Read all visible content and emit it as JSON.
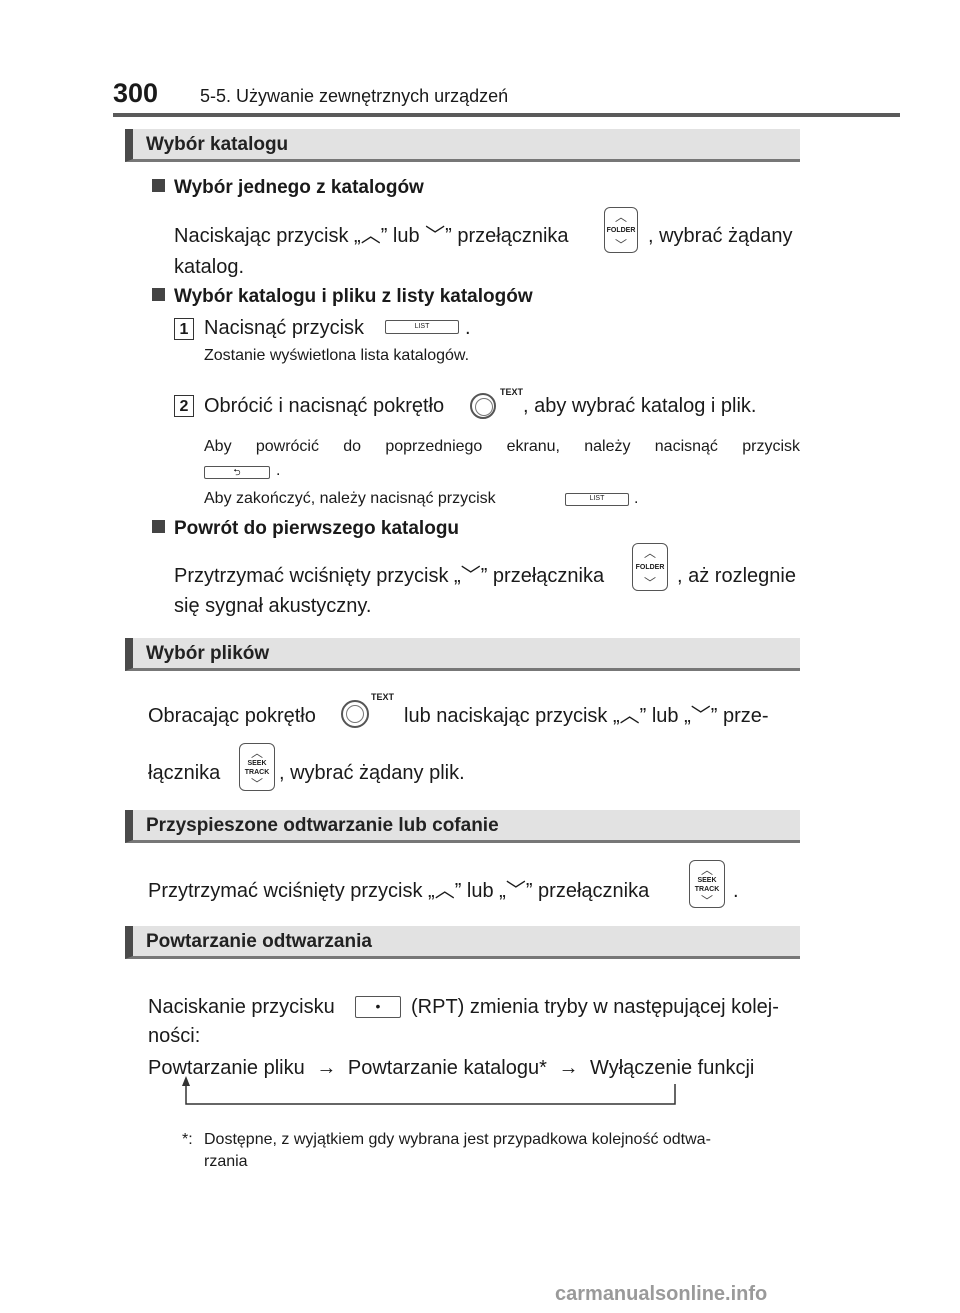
{
  "header": {
    "page_number": "300",
    "chapter": "5-5. Używanie zewnętrznych urządzeń"
  },
  "sections": {
    "s1": "Wybór katalogu",
    "s2": "Wybór plików",
    "s3": "Przyspieszone odtwarzanie lub cofanie",
    "s4": "Powtarzanie odtwarzania"
  },
  "catalog": {
    "sub1": "Wybór jednego z katalogów",
    "sub1_text_a": "Naciskając przycisk „",
    "sub1_text_b": "” lub ",
    "sub1_text_c": "” przełącznika",
    "sub1_text_d": ", wybrać żądany",
    "sub1_text_e": "katalog.",
    "sub2": "Wybór katalogu i pliku z listy katalogów",
    "step1_num": "1",
    "step1_text": "Nacisnąć przycisk",
    "step1_end": ".",
    "step1_note": "Zostanie wyświetlona lista katalogów.",
    "step2_num": "2",
    "step2_text_a": "Obrócić i nacisnąć pokrętło",
    "step2_text_b": ", aby wybrać katalog i plik.",
    "step2_note1": "Aby powrócić do poprzedniego ekranu, należy nacisnąć przycisk",
    "step2_note1_end": ".",
    "step2_note2": "Aby zakończyć, należy nacisnąć przycisk",
    "step2_note2_end": ".",
    "sub3": "Powrót do pierwszego katalogu",
    "sub3_text_a": "Przytrzymać wciśnięty przycisk „",
    "sub3_text_b": "” przełącznika",
    "sub3_text_c": ", aż rozlegnie",
    "sub3_text_d": "się sygnał akustyczny."
  },
  "files": {
    "t1": "Obracając pokrętło",
    "t2": "lub naciskając przycisk „",
    "t3": "” lub „",
    "t4": "” prze-",
    "t5": "łącznika",
    "t6": ", wybrać żądany plik."
  },
  "fast": {
    "t1": "Przytrzymać wciśnięty przycisk „",
    "t2": "” lub „",
    "t3": "” przełącznika",
    "t4": "."
  },
  "repeat": {
    "t1": "Naciskanie przycisku",
    "t2": "(RPT) zmienia tryby w następującej kolej-",
    "t3": "ności:",
    "seq1": "Powtarzanie pliku",
    "seq2": "Powtarzanie katalogu*",
    "seq3": "Wyłączenie funkcji",
    "foot_mark": "*:",
    "foot1": "Dostępne, z wyjątkiem gdy wybrana jest przypadkowa kolejność odtwa-",
    "foot2": "rzania"
  },
  "labels": {
    "folder": "FOLDER",
    "list": "LIST",
    "text": "TEXT",
    "seek1": "SEEK",
    "seek2": "TRACK",
    "up": "︿",
    "down": "﹀",
    "arrow": "→",
    "return": "⮌",
    "dot": "•"
  },
  "watermark": "carmanualsonline.info"
}
